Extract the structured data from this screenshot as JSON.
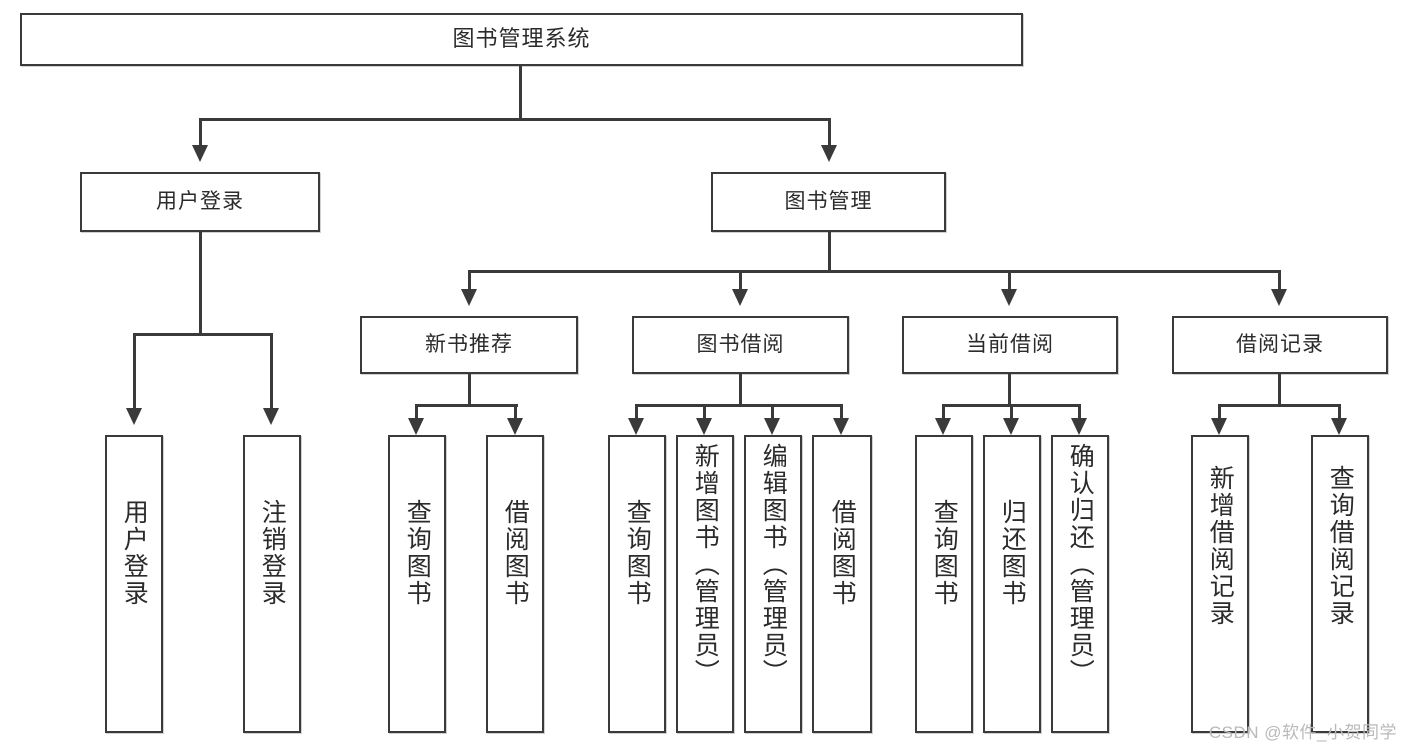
{
  "diagram": {
    "type": "tree-hierarchy",
    "title": "图书管理系统",
    "root": {
      "id": "root",
      "label": "图书管理系统"
    },
    "level1": [
      {
        "id": "user-login",
        "label": "用户登录"
      },
      {
        "id": "book-manage",
        "label": "图书管理"
      }
    ],
    "level2": [
      {
        "id": "new-book-recommend",
        "label": "新书推荐",
        "parent": "book-manage"
      },
      {
        "id": "book-borrow",
        "label": "图书借阅",
        "parent": "book-manage"
      },
      {
        "id": "current-borrow",
        "label": "当前借阅",
        "parent": "book-manage"
      },
      {
        "id": "borrow-record",
        "label": "借阅记录",
        "parent": "book-manage"
      }
    ],
    "leaves": [
      {
        "id": "leaf-user-login",
        "label": "用户登录",
        "parent": "user-login"
      },
      {
        "id": "leaf-user-logout",
        "label": "注销登录",
        "parent": "user-login"
      },
      {
        "id": "leaf-query-book-1",
        "label": "查询图书",
        "parent": "new-book-recommend"
      },
      {
        "id": "leaf-borrow-book-1",
        "label": "借阅图书",
        "parent": "new-book-recommend"
      },
      {
        "id": "leaf-query-book-2",
        "label": "查询图书",
        "parent": "book-borrow"
      },
      {
        "id": "leaf-add-book",
        "label": "新增图书（管理员）",
        "parent": "book-borrow"
      },
      {
        "id": "leaf-edit-book",
        "label": "编辑图书（管理员）",
        "parent": "book-borrow"
      },
      {
        "id": "leaf-borrow-book-2",
        "label": "借阅图书",
        "parent": "book-borrow"
      },
      {
        "id": "leaf-query-book-3",
        "label": "查询图书",
        "parent": "current-borrow"
      },
      {
        "id": "leaf-return-book",
        "label": "归还图书",
        "parent": "current-borrow"
      },
      {
        "id": "leaf-confirm-return",
        "label": "确认归还（管理员）",
        "parent": "current-borrow"
      },
      {
        "id": "leaf-add-record",
        "label": "新增借阅记录",
        "parent": "borrow-record"
      },
      {
        "id": "leaf-query-record",
        "label": "查询借阅记录",
        "parent": "borrow-record"
      }
    ],
    "colors": {
      "stroke": "#3a3a3a",
      "fill": "#ffffff",
      "text": "#2b2b2b",
      "watermark": "#b9b9b9"
    }
  },
  "watermark": {
    "text": "CSDN @软件_小贺同学"
  }
}
